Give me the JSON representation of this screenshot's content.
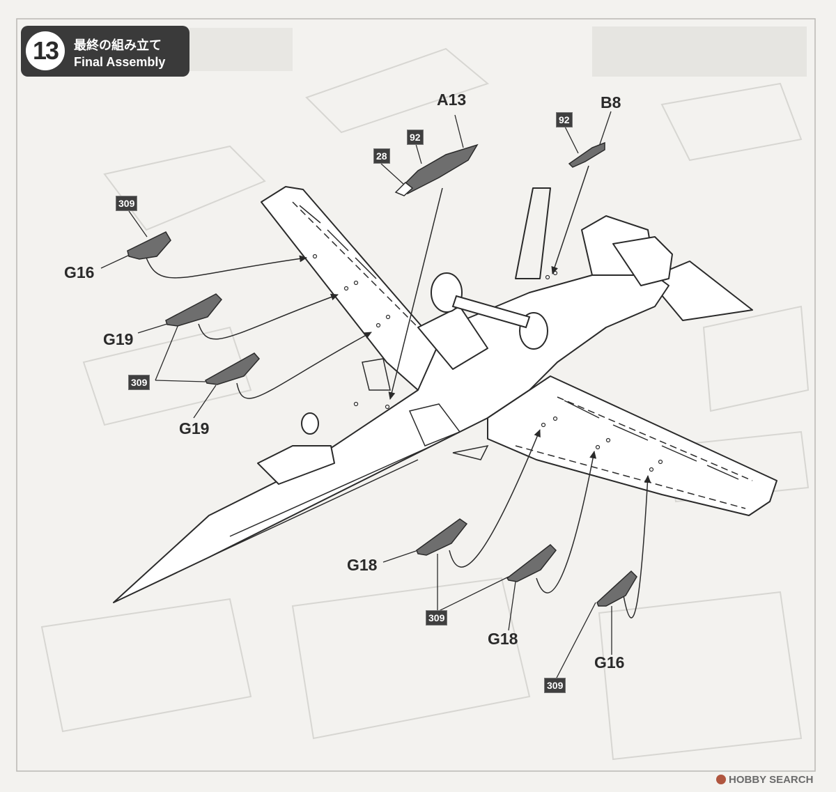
{
  "step": {
    "number": "13",
    "title_jp": "最終の組み立て",
    "title_en": "Final Assembly"
  },
  "parts": [
    {
      "id": "g16_upper_left",
      "label": "G16"
    },
    {
      "id": "g19_upper",
      "label": "G19"
    },
    {
      "id": "g19_lower",
      "label": "G19"
    },
    {
      "id": "a13",
      "label": "A13"
    },
    {
      "id": "b8",
      "label": "B8"
    },
    {
      "id": "g18_left",
      "label": "G18"
    },
    {
      "id": "g18_right",
      "label": "G18"
    },
    {
      "id": "g16_lower_right",
      "label": "G16"
    }
  ],
  "color_codes": [
    {
      "id": "c309_g16",
      "label": "309"
    },
    {
      "id": "c309_g19",
      "label": "309"
    },
    {
      "id": "c92_a13",
      "label": "92"
    },
    {
      "id": "c28_a13",
      "label": "28"
    },
    {
      "id": "c92_b8",
      "label": "92"
    },
    {
      "id": "c309_g18",
      "label": "309"
    },
    {
      "id": "c309_g16b",
      "label": "309"
    }
  ],
  "watermark": "HOBBY SEARCH",
  "colors": {
    "line": "#2a2a2a",
    "part_fill": "#6e6e6e",
    "header_bg": "#3a3a3a",
    "paper": "#f3f2ef"
  }
}
